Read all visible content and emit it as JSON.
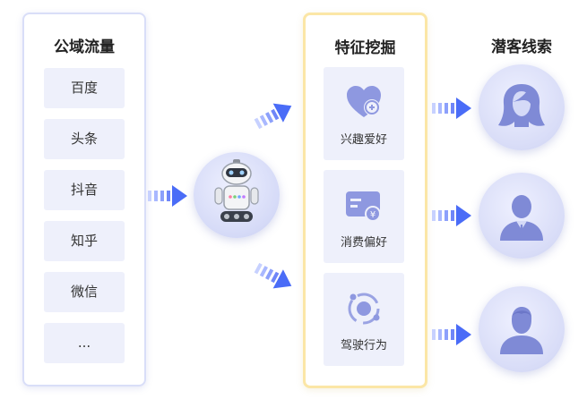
{
  "sources": {
    "title": "公域流量",
    "items": [
      "百度",
      "头条",
      "抖音",
      "知乎",
      "微信",
      "..."
    ]
  },
  "features": {
    "title": "特征挖掘",
    "items": [
      {
        "label": "兴趣爱好",
        "icon": "heart-icon"
      },
      {
        "label": "消费偏好",
        "icon": "payment-card-icon"
      },
      {
        "label": "驾驶行为",
        "icon": "orbit-icon"
      }
    ]
  },
  "leads": {
    "title": "潜客线索",
    "avatars": [
      "female-avatar-icon",
      "male-suit-avatar-icon",
      "male-avatar-icon"
    ]
  },
  "colors": {
    "accent": "#4a6cf7",
    "icon": "#7f8ad6",
    "card": "#eef0fb",
    "highlight_border": "#fbe6a6"
  }
}
